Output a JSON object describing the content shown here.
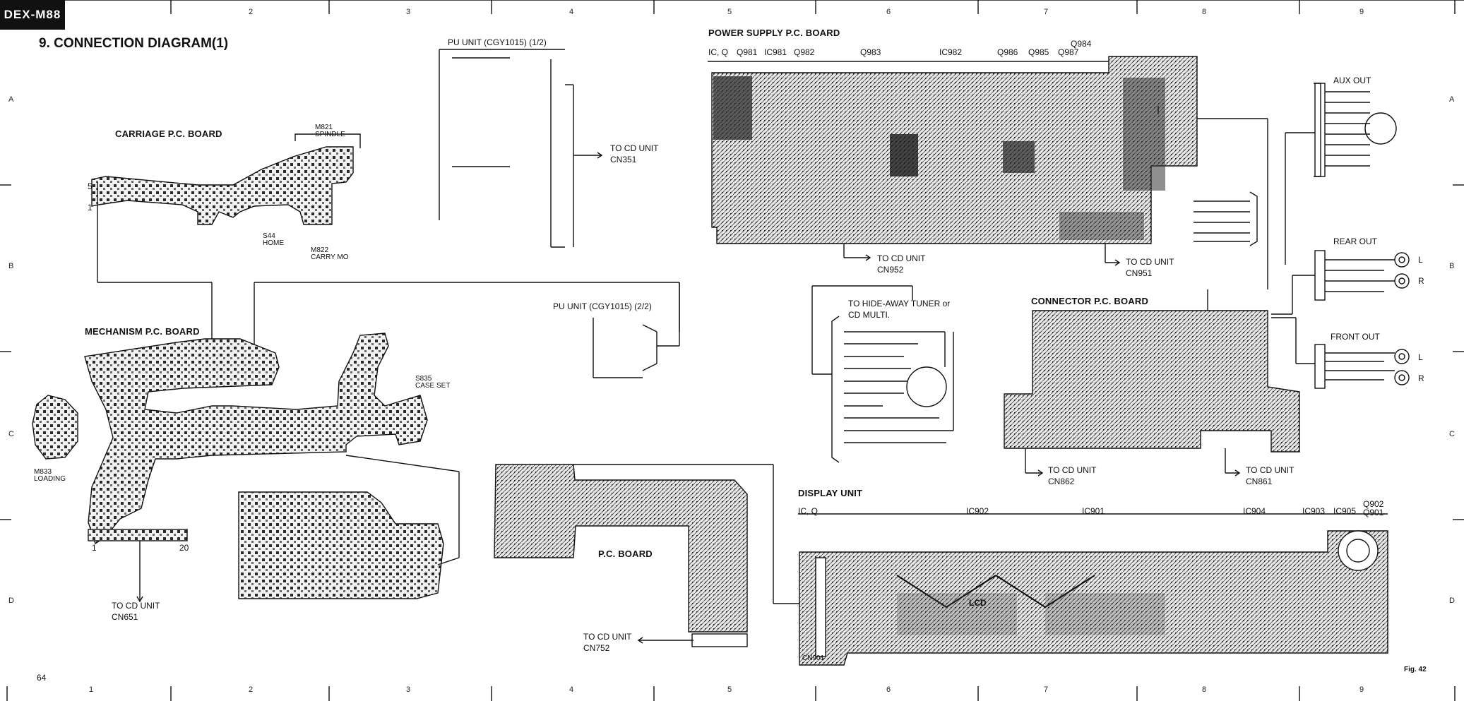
{
  "header": {
    "model": "DEX-M88",
    "title": "9. CONNECTION DIAGRAM(1)",
    "page": "64",
    "fig": "Fig. 42"
  },
  "grid": {
    "columns": [
      "1",
      "2",
      "3",
      "4",
      "5",
      "6",
      "7",
      "8",
      "9"
    ],
    "rows": [
      "A",
      "B",
      "C",
      "D"
    ]
  },
  "carriage": {
    "title": "CARRIAGE P.C. BOARD",
    "m821": "M821",
    "spindle": "SPINDLE",
    "s1_home": "S44\nHOME",
    "m822": "M822\nCARRY MO",
    "pin5": "5",
    "pin1": "1"
  },
  "mechanism": {
    "title": "MECHANISM P.C. BOARD",
    "m833": "M833\nLOADING",
    "s835": "S835\nCASE SET",
    "pin1": "1",
    "pin20": "20",
    "to_unit": "TO CD UNIT",
    "connector": "CN651"
  },
  "pu1": {
    "title": "PU UNIT (CGY1015) (1/2)",
    "to_unit": "TO CD UNIT",
    "connector": "CN351"
  },
  "pu2": {
    "title": "PU UNIT (CGY1015) (2/2)"
  },
  "pcboard": {
    "title": "P.C. BOARD",
    "to_unit": "TO CD UNIT",
    "connector": "CN752"
  },
  "power": {
    "title": "POWER SUPPLY P.C. BOARD",
    "ic_q": "IC, Q",
    "q981": "Q981",
    "ic981": "IC981",
    "q982": "Q982",
    "q983": "Q983",
    "ic982": "IC982",
    "q986": "Q986",
    "q985": "Q985",
    "q987": "Q987",
    "q984": "Q984",
    "to_unit1": "TO CD UNIT",
    "connector1": "CN952",
    "to_unit2": "TO CD UNIT",
    "connector2": "CN951"
  },
  "aux": {
    "title": "AUX OUT"
  },
  "rear": {
    "title": "REAR OUT",
    "l": "L",
    "r": "R"
  },
  "front": {
    "title": "FRONT OUT",
    "l": "L",
    "r": "R"
  },
  "hideaway": {
    "line1": "TO HIDE-AWAY TUNER or",
    "line2": "CD MULTI."
  },
  "connector": {
    "title": "CONNECTOR P.C. BOARD",
    "to_unit1": "TO CD UNIT",
    "connector1": "CN862",
    "to_unit2": "TO CD UNIT",
    "connector2": "CN861"
  },
  "display": {
    "title": "DISPLAY UNIT",
    "ic_q": "IC, Q",
    "ic902": "IC902",
    "ic901": "IC901",
    "ic904": "IC904",
    "ic903": "IC903",
    "ic905": "IC905",
    "q902": "Q902",
    "q901": "Q901",
    "lcd": "LCD",
    "cn901": "CN901"
  }
}
